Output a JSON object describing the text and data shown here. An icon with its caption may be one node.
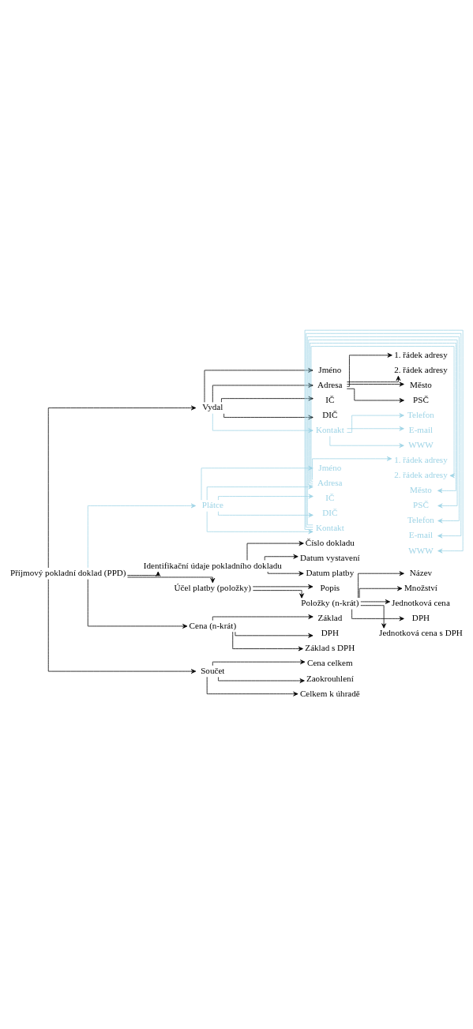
{
  "diagram": {
    "nodes": [
      {
        "text": [
          "Příjmový pokladní doklad (PPD)"
        ]
      },
      {
        "text": [
          "Vydal"
        ]
      },
      {
        "text": [
          "Jméno"
        ]
      },
      {
        "text": [
          "Adresa"
        ]
      },
      {
        "text": [
          "1. řádek adresy"
        ]
      },
      {
        "text": [
          "2. řádek adresy"
        ]
      },
      {
        "text": [
          "Město"
        ]
      },
      {
        "text": [
          "PSČ"
        ]
      },
      {
        "text": [
          "IČ"
        ]
      },
      {
        "text": [
          "DIČ"
        ]
      },
      {
        "text": [
          "Kontakt"
        ]
      },
      {
        "text": [
          "Telefon"
        ]
      },
      {
        "text": [
          "E-mail"
        ]
      },
      {
        "text": [
          "WWW"
        ]
      },
      {
        "text": [
          "Plátce"
        ]
      },
      {
        "text": [
          "Jméno"
        ]
      },
      {
        "text": [
          "Adresa"
        ]
      },
      {
        "text": [
          "1. řádek adresy"
        ]
      },
      {
        "text": [
          "2. řádek adresy"
        ]
      },
      {
        "text": [
          "Město"
        ]
      },
      {
        "text": [
          "PSČ"
        ]
      },
      {
        "text": [
          "IČ"
        ]
      },
      {
        "text": [
          "DIČ"
        ]
      },
      {
        "text": [
          "Kontakt"
        ]
      },
      {
        "text": [
          "Telefon"
        ]
      },
      {
        "text": [
          "E-mail"
        ]
      },
      {
        "text": [
          "WWW"
        ]
      },
      {
        "text": [
          "Identifikační údaje pokladního dokladu"
        ]
      },
      {
        "text": [
          "Číslo dokladu"
        ]
      },
      {
        "text": [
          "Datum vystavení"
        ]
      },
      {
        "text": [
          "Datum platby"
        ]
      },
      {
        "text": [
          "Účel platby (položky)"
        ]
      },
      {
        "text": [
          "Popis"
        ]
      },
      {
        "text": [
          "Položky (n-krát)"
        ]
      },
      {
        "text": [
          "Název"
        ]
      },
      {
        "text": [
          "Množství"
        ]
      },
      {
        "text": [
          "Jednotková cena"
        ]
      },
      {
        "text": [
          "DPH"
        ]
      },
      {
        "text": [
          "Jednotková cena s DPH"
        ]
      },
      {
        "text": [
          "Cena (n-krát)"
        ]
      },
      {
        "text": [
          "Základ"
        ]
      },
      {
        "text": [
          "DPH"
        ]
      },
      {
        "text": [
          "Základ s DPH"
        ]
      },
      {
        "text": [
          "Součet"
        ]
      },
      {
        "text": [
          "Cena celkem"
        ]
      },
      {
        "text": [
          "Zaokrouhlení"
        ]
      },
      {
        "text": [
          "Celkem k úhradě"
        ]
      }
    ],
    "edges": [
      {
        "from": 0,
        "to": 1,
        "arrow": "to"
      },
      {
        "from": 1,
        "to": 2,
        "arrow": "to"
      },
      {
        "from": 1,
        "to": 3,
        "arrow": "to"
      },
      {
        "from": 3,
        "to": 4,
        "arrow": "to"
      },
      {
        "from": 3,
        "to": 5,
        "arrow": "to"
      },
      {
        "from": 3,
        "to": 6,
        "arrow": "to"
      },
      {
        "from": 3,
        "to": 7,
        "arrow": "to"
      },
      {
        "from": 1,
        "to": 8,
        "arrow": "to"
      },
      {
        "from": 1,
        "to": 9,
        "arrow": "to"
      },
      {
        "from": 1,
        "to": 10,
        "arrow": "to",
        "color": "#9fd4e6"
      },
      {
        "from": 10,
        "to": 11,
        "arrow": "to",
        "color": "#9fd4e6"
      },
      {
        "from": 10,
        "to": 12,
        "arrow": "to",
        "color": "#9fd4e6"
      },
      {
        "from": 10,
        "to": 13,
        "arrow": "to",
        "color": "#9fd4e6"
      },
      {
        "from": 0,
        "to": 14,
        "arrow": "to",
        "color": "#9fd4e6"
      },
      {
        "from": 14,
        "to": 15,
        "arrow": "to",
        "color": "#9fd4e6"
      },
      {
        "from": 14,
        "to": 16,
        "arrow": "to",
        "color": "#9fd4e6"
      },
      {
        "from": 16,
        "to": 17,
        "arrow": "to",
        "color": "#9fd4e6"
      },
      {
        "from": 16,
        "to": 18,
        "arrow": "to",
        "color": "#9fd4e6"
      },
      {
        "from": 16,
        "to": 19,
        "arrow": "to",
        "color": "#9fd4e6"
      },
      {
        "from": 16,
        "to": 20,
        "arrow": "to",
        "color": "#9fd4e6"
      },
      {
        "from": 14,
        "to": 21,
        "arrow": "to",
        "color": "#9fd4e6"
      },
      {
        "from": 14,
        "to": 22,
        "arrow": "to",
        "color": "#9fd4e6"
      },
      {
        "from": 14,
        "to": 23,
        "arrow": "to",
        "color": "#9fd4e6"
      },
      {
        "from": 23,
        "to": 24,
        "arrow": "to",
        "color": "#9fd4e6"
      },
      {
        "from": 23,
        "to": 25,
        "arrow": "to",
        "color": "#9fd4e6"
      },
      {
        "from": 23,
        "to": 26,
        "arrow": "to",
        "color": "#9fd4e6"
      },
      {
        "from": 0,
        "to": 27,
        "arrow": "to"
      },
      {
        "from": 27,
        "to": 28,
        "arrow": "to"
      },
      {
        "from": 27,
        "to": 29,
        "arrow": "to"
      },
      {
        "from": 27,
        "to": 30,
        "arrow": "to"
      },
      {
        "from": 0,
        "to": 31,
        "arrow": "to"
      },
      {
        "from": 31,
        "to": 32,
        "arrow": "to"
      },
      {
        "from": 31,
        "to": 33,
        "arrow": "to"
      },
      {
        "from": 33,
        "to": 34,
        "arrow": "to"
      },
      {
        "from": 33,
        "to": 35,
        "arrow": "to"
      },
      {
        "from": 33,
        "to": 36,
        "arrow": "to"
      },
      {
        "from": 33,
        "to": 37,
        "arrow": "to"
      },
      {
        "from": 33,
        "to": 38,
        "arrow": "to"
      },
      {
        "from": 0,
        "to": 39,
        "arrow": "to"
      },
      {
        "from": 39,
        "to": 40,
        "arrow": "to"
      },
      {
        "from": 39,
        "to": 41,
        "arrow": "to"
      },
      {
        "from": 39,
        "to": 42,
        "arrow": "to"
      },
      {
        "from": 0,
        "to": 43,
        "arrow": "to"
      },
      {
        "from": 43,
        "to": 44,
        "arrow": "to"
      },
      {
        "from": 43,
        "to": 45,
        "arrow": "to"
      },
      {
        "from": 43,
        "to": 46,
        "arrow": "to"
      }
    ]
  }
}
